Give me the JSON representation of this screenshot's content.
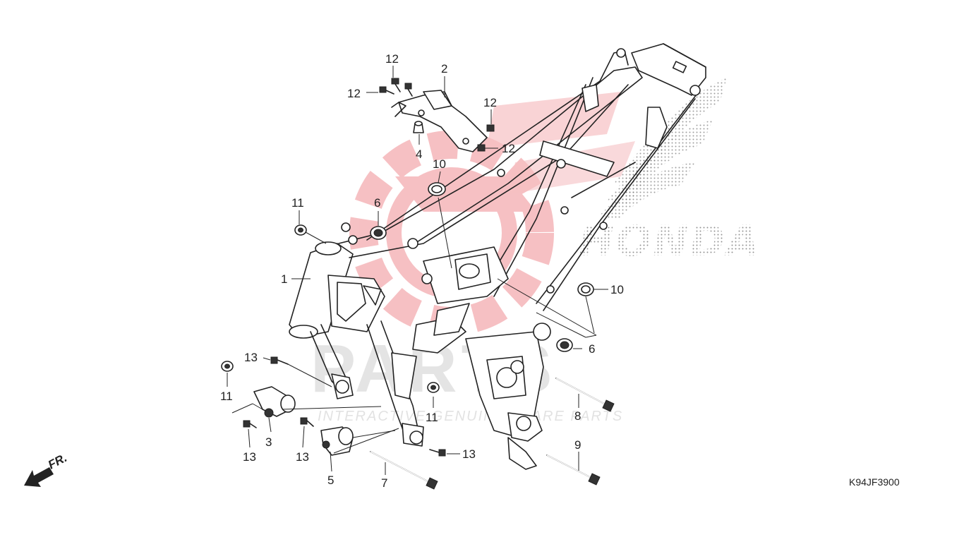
{
  "diagram": {
    "drawing_code": "K94JF3900",
    "front_label": "FR.",
    "watermark": {
      "brand_text": "HONDA",
      "big_text": "PARTS",
      "subtitle": "INTERACTIVE GENUINE SPARE PARTS",
      "logo_color": "#e0202a"
    },
    "callouts": {
      "c1": "1",
      "c2": "2",
      "c3": "3",
      "c4": "4",
      "c5": "5",
      "c6a": "6",
      "c6b": "6",
      "c7": "7",
      "c8": "8",
      "c9": "9",
      "c10a": "10",
      "c10b": "10",
      "c11a": "11",
      "c11b": "11",
      "c11c": "11",
      "c12a": "12",
      "c12b": "12",
      "c12c": "12",
      "c12d": "12",
      "c13a": "13",
      "c13b": "13",
      "c13c": "13",
      "c13d": "13"
    }
  }
}
